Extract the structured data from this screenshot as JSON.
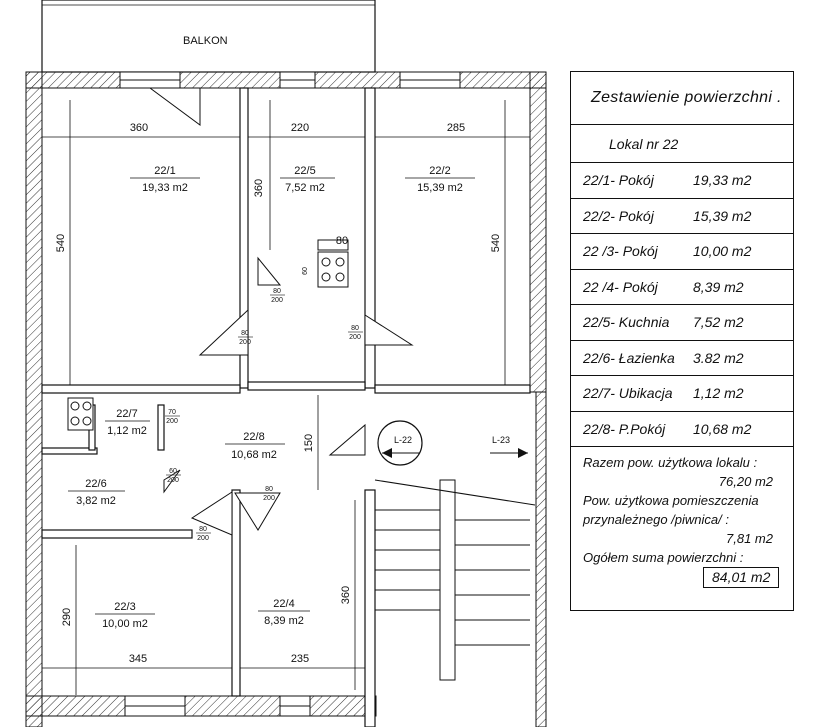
{
  "balcony_label": "BALKON",
  "rooms": [
    {
      "id": "r1",
      "num": "22/1",
      "area": "19,33 m2"
    },
    {
      "id": "r5",
      "num": "22/5",
      "area": "7,52 m2"
    },
    {
      "id": "r2",
      "num": "22/2",
      "area": "15,39 m2"
    },
    {
      "id": "r7",
      "num": "22/7",
      "area": "1,12 m2"
    },
    {
      "id": "r8",
      "num": "22/8",
      "area": "10,68 m2"
    },
    {
      "id": "r6",
      "num": "22/6",
      "area": "3,82 m2"
    },
    {
      "id": "r3",
      "num": "22/3",
      "area": "10,00 m2"
    },
    {
      "id": "r4",
      "num": "22/4",
      "area": "8,39 m2"
    }
  ],
  "dimensions": {
    "w_r1": "360",
    "w_r5": "220",
    "w_r2": "285",
    "h_r1": "540",
    "h_r5": "360",
    "h_r2": "540",
    "corridor": "150",
    "w_r3": "345",
    "w_r4": "235",
    "h_r3": "290",
    "h_r4": "360",
    "small": "80"
  },
  "doors": {
    "d80_200": [
      "80",
      "200"
    ],
    "d70_200": [
      "70",
      "200"
    ],
    "d60_200": [
      "60",
      "200"
    ]
  },
  "stair_labels": {
    "own": "L-22",
    "next": "L-23"
  },
  "schedule": {
    "title": "Zestawienie powierzchni .",
    "unit": "Lokal nr 22",
    "rows": [
      {
        "code": "22/1- Pokój",
        "area": "19,33 m2"
      },
      {
        "code": "22/2- Pokój",
        "area": "15,39 m2"
      },
      {
        "code": "22 /3- Pokój",
        "area": "10,00 m2"
      },
      {
        "code": "22 /4- Pokój",
        "area": "8,39 m2"
      },
      {
        "code": "22/5- Kuchnia",
        "area": "7,52 m2"
      },
      {
        "code": "22/6- Łazienka",
        "area": "3.82 m2"
      },
      {
        "code": "22/7- Ubikacja",
        "area": "1,12 m2"
      },
      {
        "code": "22/8- P.Pokój",
        "area": "10,68 m2"
      }
    ],
    "usable_label": "Razem pow. użytkowa lokalu :",
    "usable_value": "76,20 m2",
    "aux_label_1": "Pow. użytkowa pomieszczenia",
    "aux_label_2": "przynależnego /piwnica/ :",
    "aux_value": "7,81 m2",
    "total_label": "Ogółem suma powierzchni :",
    "total_value": "84,01 m2"
  }
}
